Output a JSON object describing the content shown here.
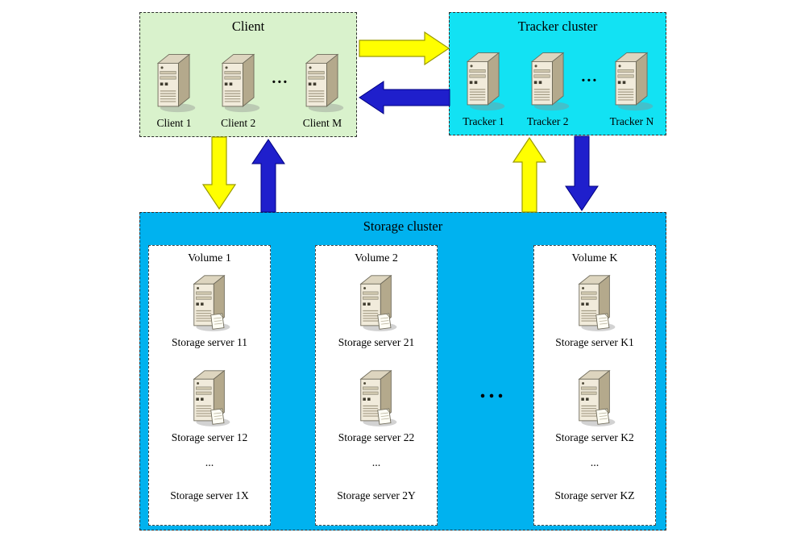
{
  "client": {
    "title": "Client",
    "nodes": [
      "Client 1",
      "Client 2",
      "Client M"
    ],
    "ellipsis": "..."
  },
  "tracker": {
    "title": "Tracker cluster",
    "nodes": [
      "Tracker 1",
      "Tracker 2",
      "Tracker N"
    ],
    "ellipsis": "..."
  },
  "storage": {
    "title": "Storage cluster",
    "ellipsis": "...",
    "volumes": [
      {
        "title": "Volume 1",
        "servers": [
          "Storage server 11",
          "Storage server 12"
        ],
        "ellipsis": "...",
        "last": "Storage server 1X"
      },
      {
        "title": "Volume 2",
        "servers": [
          "Storage server 21",
          "Storage server 22"
        ],
        "ellipsis": "...",
        "last": "Storage server 2Y"
      },
      {
        "title": "Volume K",
        "servers": [
          "Storage server K1",
          "Storage server K2"
        ],
        "ellipsis": "...",
        "last": "Storage server KZ"
      }
    ]
  },
  "arrows": [
    {
      "name": "client-to-tracker",
      "color": "#ffff00",
      "direction": "right"
    },
    {
      "name": "tracker-to-client",
      "color": "#1f1fcc",
      "direction": "left"
    },
    {
      "name": "client-to-storage",
      "color": "#ffff00",
      "direction": "down"
    },
    {
      "name": "storage-to-client",
      "color": "#1f1fcc",
      "direction": "up"
    },
    {
      "name": "storage-to-tracker",
      "color": "#ffff00",
      "direction": "up"
    },
    {
      "name": "tracker-to-storage",
      "color": "#1f1fcc",
      "direction": "down"
    }
  ],
  "colors": {
    "client_bg": "#d9f2cc",
    "tracker_bg": "#12e2f3",
    "storage_bg": "#00b2ef",
    "volume_bg": "#ffffff",
    "arrow_yellow": "#ffff00",
    "arrow_blue": "#1f1fcc"
  },
  "icons": {
    "server": "server-tower-icon",
    "storage_server": "server-tower-with-file-icon"
  }
}
